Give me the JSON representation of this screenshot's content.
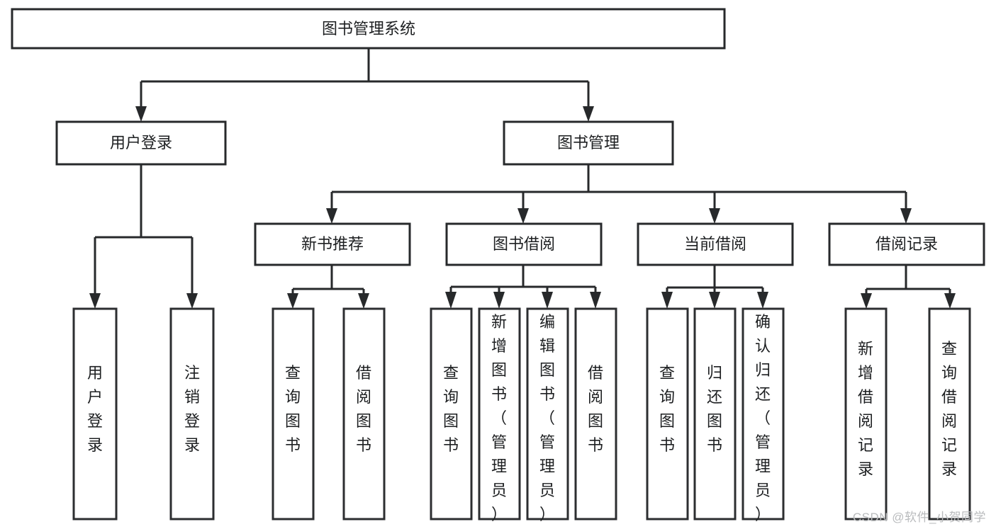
{
  "diagram": {
    "type": "tree",
    "title": "图书管理系统",
    "orientation": "top-down",
    "colors": {
      "background": "#ffffff",
      "box_stroke": "#27292b",
      "box_fill": "#ffffff",
      "text": "#1d1f21",
      "connector": "#27292b",
      "watermark": "#b9bbbd"
    },
    "levels": 4,
    "nodes": {
      "root": {
        "id": "root",
        "label": "图书管理系统",
        "level": 1,
        "orientation": "horizontal"
      },
      "l2": [
        {
          "id": "user-login",
          "label": "用户登录",
          "level": 2,
          "orientation": "horizontal"
        },
        {
          "id": "book-manage",
          "label": "图书管理",
          "level": 2,
          "orientation": "horizontal"
        }
      ],
      "l3": [
        {
          "id": "new-book-recommend",
          "label": "新书推荐",
          "level": 3,
          "orientation": "horizontal",
          "parent": "book-manage"
        },
        {
          "id": "book-borrow",
          "label": "图书借阅",
          "level": 3,
          "orientation": "horizontal",
          "parent": "book-manage"
        },
        {
          "id": "current-borrow",
          "label": "当前借阅",
          "level": 3,
          "orientation": "horizontal",
          "parent": "book-manage"
        },
        {
          "id": "borrow-record",
          "label": "借阅记录",
          "level": 3,
          "orientation": "horizontal",
          "parent": "book-manage"
        }
      ],
      "leaves": [
        {
          "id": "leaf-user-login",
          "label": "用户登录",
          "parent": "user-login",
          "orientation": "vertical",
          "align": "middle"
        },
        {
          "id": "leaf-logout",
          "label": "注销登录",
          "parent": "user-login",
          "orientation": "vertical",
          "align": "middle"
        },
        {
          "id": "leaf-query-book-1",
          "label": "查询图书",
          "parent": "new-book-recommend",
          "orientation": "vertical",
          "align": "middle"
        },
        {
          "id": "leaf-borrow-book-1",
          "label": "借阅图书",
          "parent": "new-book-recommend",
          "orientation": "vertical",
          "align": "middle"
        },
        {
          "id": "leaf-query-book-2",
          "label": "查询图书",
          "parent": "book-borrow",
          "orientation": "vertical",
          "align": "middle"
        },
        {
          "id": "leaf-add-book",
          "label": "新增图书（管理员）",
          "parent": "book-borrow",
          "orientation": "vertical",
          "align": "top"
        },
        {
          "id": "leaf-edit-book",
          "label": "编辑图书（管理员）",
          "parent": "book-borrow",
          "orientation": "vertical",
          "align": "top"
        },
        {
          "id": "leaf-borrow-book-2",
          "label": "借阅图书",
          "parent": "book-borrow",
          "orientation": "vertical",
          "align": "middle"
        },
        {
          "id": "leaf-query-book-3",
          "label": "查询图书",
          "parent": "current-borrow",
          "orientation": "vertical",
          "align": "middle"
        },
        {
          "id": "leaf-return-book",
          "label": "归还图书",
          "parent": "current-borrow",
          "orientation": "vertical",
          "align": "middle"
        },
        {
          "id": "leaf-confirm-return",
          "label": "确认归还（管理员）",
          "parent": "current-borrow",
          "orientation": "vertical",
          "align": "top"
        },
        {
          "id": "leaf-add-record",
          "label": "新增借阅记录",
          "parent": "borrow-record",
          "orientation": "vertical",
          "align": "middle"
        },
        {
          "id": "leaf-query-record",
          "label": "查询借阅记录",
          "parent": "borrow-record",
          "orientation": "vertical",
          "align": "middle"
        }
      ]
    }
  },
  "watermark": {
    "text": "CSDN @软件_小贺同学"
  }
}
